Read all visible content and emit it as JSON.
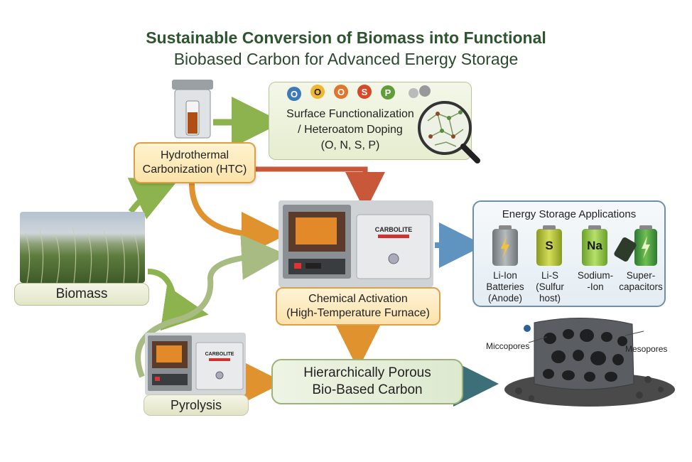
{
  "title": {
    "line1": "Sustainable Conversion of Biomass into Functional",
    "line2": "Biobased Carbon for Advanced Energy Storage"
  },
  "nodes": {
    "htc": {
      "line1": "Hydrothermal",
      "line2": "Carbonization (HTC)"
    },
    "surface": {
      "line1": "Surface Functionalization",
      "line2": "/ Heteroatom Doping",
      "line3": "(O, N, S, P)"
    },
    "biomass": "Biomass",
    "activation": {
      "line1": "Chemical Activation",
      "line2": "(High-Temperature Furnace)"
    },
    "pyrolysis": "Pyrolysis",
    "porous": {
      "line1": "Hierarchically Porous",
      "line2": "Bio-Based Carbon"
    }
  },
  "molecules": [
    "O",
    "O",
    "O",
    "S",
    "P"
  ],
  "furnace_brand": "CARBOLITE",
  "energy_storage": {
    "title": "Energy Storage Applications",
    "apps": [
      {
        "label1": "Li-Ion",
        "label2": "Batteries",
        "label3": "(Anode)",
        "badge": "",
        "icon": "lightning-icon",
        "color": "#8a8f94"
      },
      {
        "label1": "Li-S",
        "label2": "(Sulfur",
        "label3": "host)",
        "badge": "S",
        "icon": "",
        "color": "#a8b82f"
      },
      {
        "label1": "Sodium-",
        "label2": "-Ion",
        "label3": "",
        "badge": "Na",
        "icon": "",
        "color": "#8fc23c"
      },
      {
        "label1": "Super-",
        "label2": "capacitors",
        "label3": "",
        "badge": "",
        "icon": "lightning-icon",
        "color": "#3f8f3a"
      }
    ]
  },
  "pores": {
    "micro": "Miccopores",
    "meso": "Mesopores"
  },
  "colors": {
    "green_arrow": "#8db34e",
    "orange_arrow": "#e0922f",
    "red_arrow": "#c9573a",
    "blue_arrow": "#5f93c0",
    "title": "#2f5430"
  }
}
